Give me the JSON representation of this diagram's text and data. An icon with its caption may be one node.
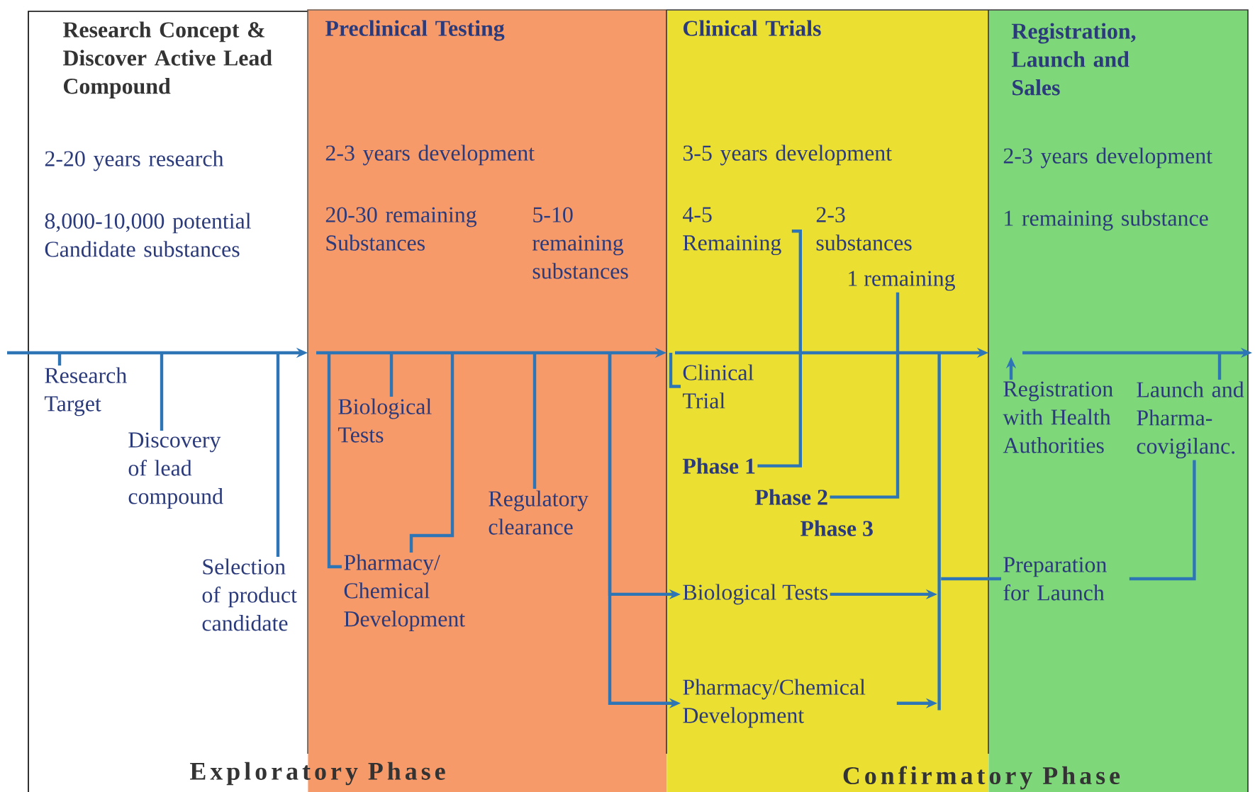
{
  "diagram": {
    "nodes": [
      {
        "text": [
          "Research Concept & Discover Active Lead Compound",
          "2-20 years research",
          "8,000-10,000 potential Candidate substances"
        ]
      },
      {
        "text": [
          "Preclinical Testing",
          "2-3 years development",
          "20-30 remaining Substances",
          "5-10 remaining substances"
        ]
      },
      {
        "text": [
          "Clinical Trials",
          "3-5 years development",
          "2-3 substances"
        ]
      },
      {
        "text": [
          "Registration, Launch and Sales",
          "2-3 years development",
          "1 remaining substance"
        ]
      },
      {
        "text": [
          "Research Target"
        ],
        "in": 0
      },
      {
        "text": [
          "Discovery of lead compound"
        ],
        "in": 0
      },
      {
        "text": [
          "Selection of product candidate"
        ],
        "in": 0
      },
      {
        "text": [
          "Biological Tests"
        ],
        "in": 1
      },
      {
        "text": [
          "Pharmacy/ Chemical Development"
        ],
        "in": 1
      },
      {
        "text": [
          "Regulatory clearance"
        ],
        "in": 1
      },
      {
        "text": [
          "4-5 Remaining"
        ],
        "in": 2
      },
      {
        "text": [
          "1 remaining"
        ],
        "in": 2
      },
      {
        "text": [
          "Clinical Trial"
        ],
        "in": 2
      },
      {
        "text": [
          "Phase 1"
        ],
        "in": 2
      },
      {
        "text": [
          "Phase 2"
        ],
        "in": 2
      },
      {
        "text": [
          "Biological Tests"
        ],
        "in": 2
      },
      {
        "text": [
          "Pharmacy/Chemical Development"
        ],
        "in": 2
      },
      {
        "text": [
          "Registration with Health Authorities"
        ],
        "in": 3
      },
      {
        "text": [
          "Launch and Pharma- covigilanc."
        ],
        "in": 3
      },
      {
        "text": [
          "Preparation for Launch"
        ],
        "in": 3
      },
      {
        "text": [],
        "shape": "bar",
        "in": 2
      }
    ],
    "edges": [
      {
        "from": null,
        "to": 1,
        "arrow": "to"
      },
      {
        "from": 1,
        "to": 2,
        "arrow": "to"
      },
      {
        "from": 2,
        "to": 3,
        "arrow": "to"
      },
      {
        "from": null,
        "to": 4,
        "arrow": "none"
      },
      {
        "from": null,
        "to": 5,
        "arrow": "none"
      },
      {
        "from": null,
        "to": 6,
        "arrow": "none"
      },
      {
        "from": null,
        "to": 7,
        "arrow": "none"
      },
      {
        "from": null,
        "to": 8,
        "arrow": "none"
      },
      {
        "from": null,
        "to": 8,
        "arrow": "none"
      },
      {
        "from": null,
        "to": 9,
        "arrow": "none"
      },
      {
        "from": null,
        "to": 15,
        "arrow": "to"
      },
      {
        "from": null,
        "to": 16,
        "arrow": "to"
      },
      {
        "from": 10,
        "to": 13,
        "arrow": "none"
      },
      {
        "from": 11,
        "to": 14,
        "arrow": "none"
      },
      {
        "from": null,
        "to": 12,
        "arrow": "none"
      },
      {
        "from": 15,
        "to": 20,
        "arrow": "to"
      },
      {
        "from": 16,
        "to": 20,
        "arrow": "to"
      },
      {
        "from": 20,
        "to": 19,
        "arrow": "none"
      },
      {
        "from": 19,
        "to": 18,
        "arrow": "none"
      },
      {
        "from": 17,
        "to": null,
        "arrow": "to"
      },
      {
        "from": null,
        "to": 18,
        "arrow": "none"
      }
    ],
    "labels": [
      "Phase 3",
      "Exploratory Phase",
      "Confirmatory Phase"
    ]
  }
}
